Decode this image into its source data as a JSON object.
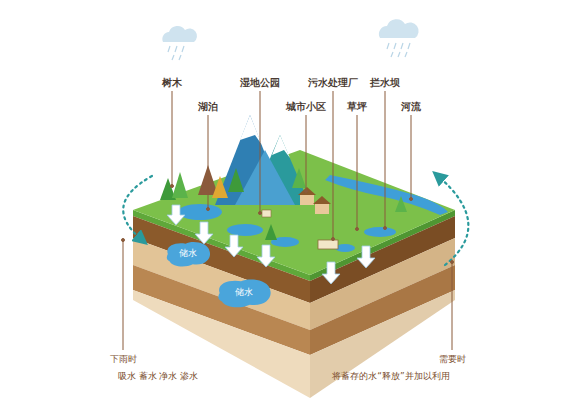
{
  "diagram": {
    "nodes": [
      {
        "text": [
          "储水"
        ]
      },
      {
        "text": [
          "储水"
        ]
      }
    ],
    "labels": [
      "树木",
      "湖泊",
      "湿地公园",
      "城市小区",
      "污水处理厂",
      "草坪",
      "拦水坝",
      "河流",
      "下雨时",
      "吸水 蓄水 净水 渗水",
      "需要时",
      "将蓄存的水“释放”并加以利用"
    ]
  }
}
